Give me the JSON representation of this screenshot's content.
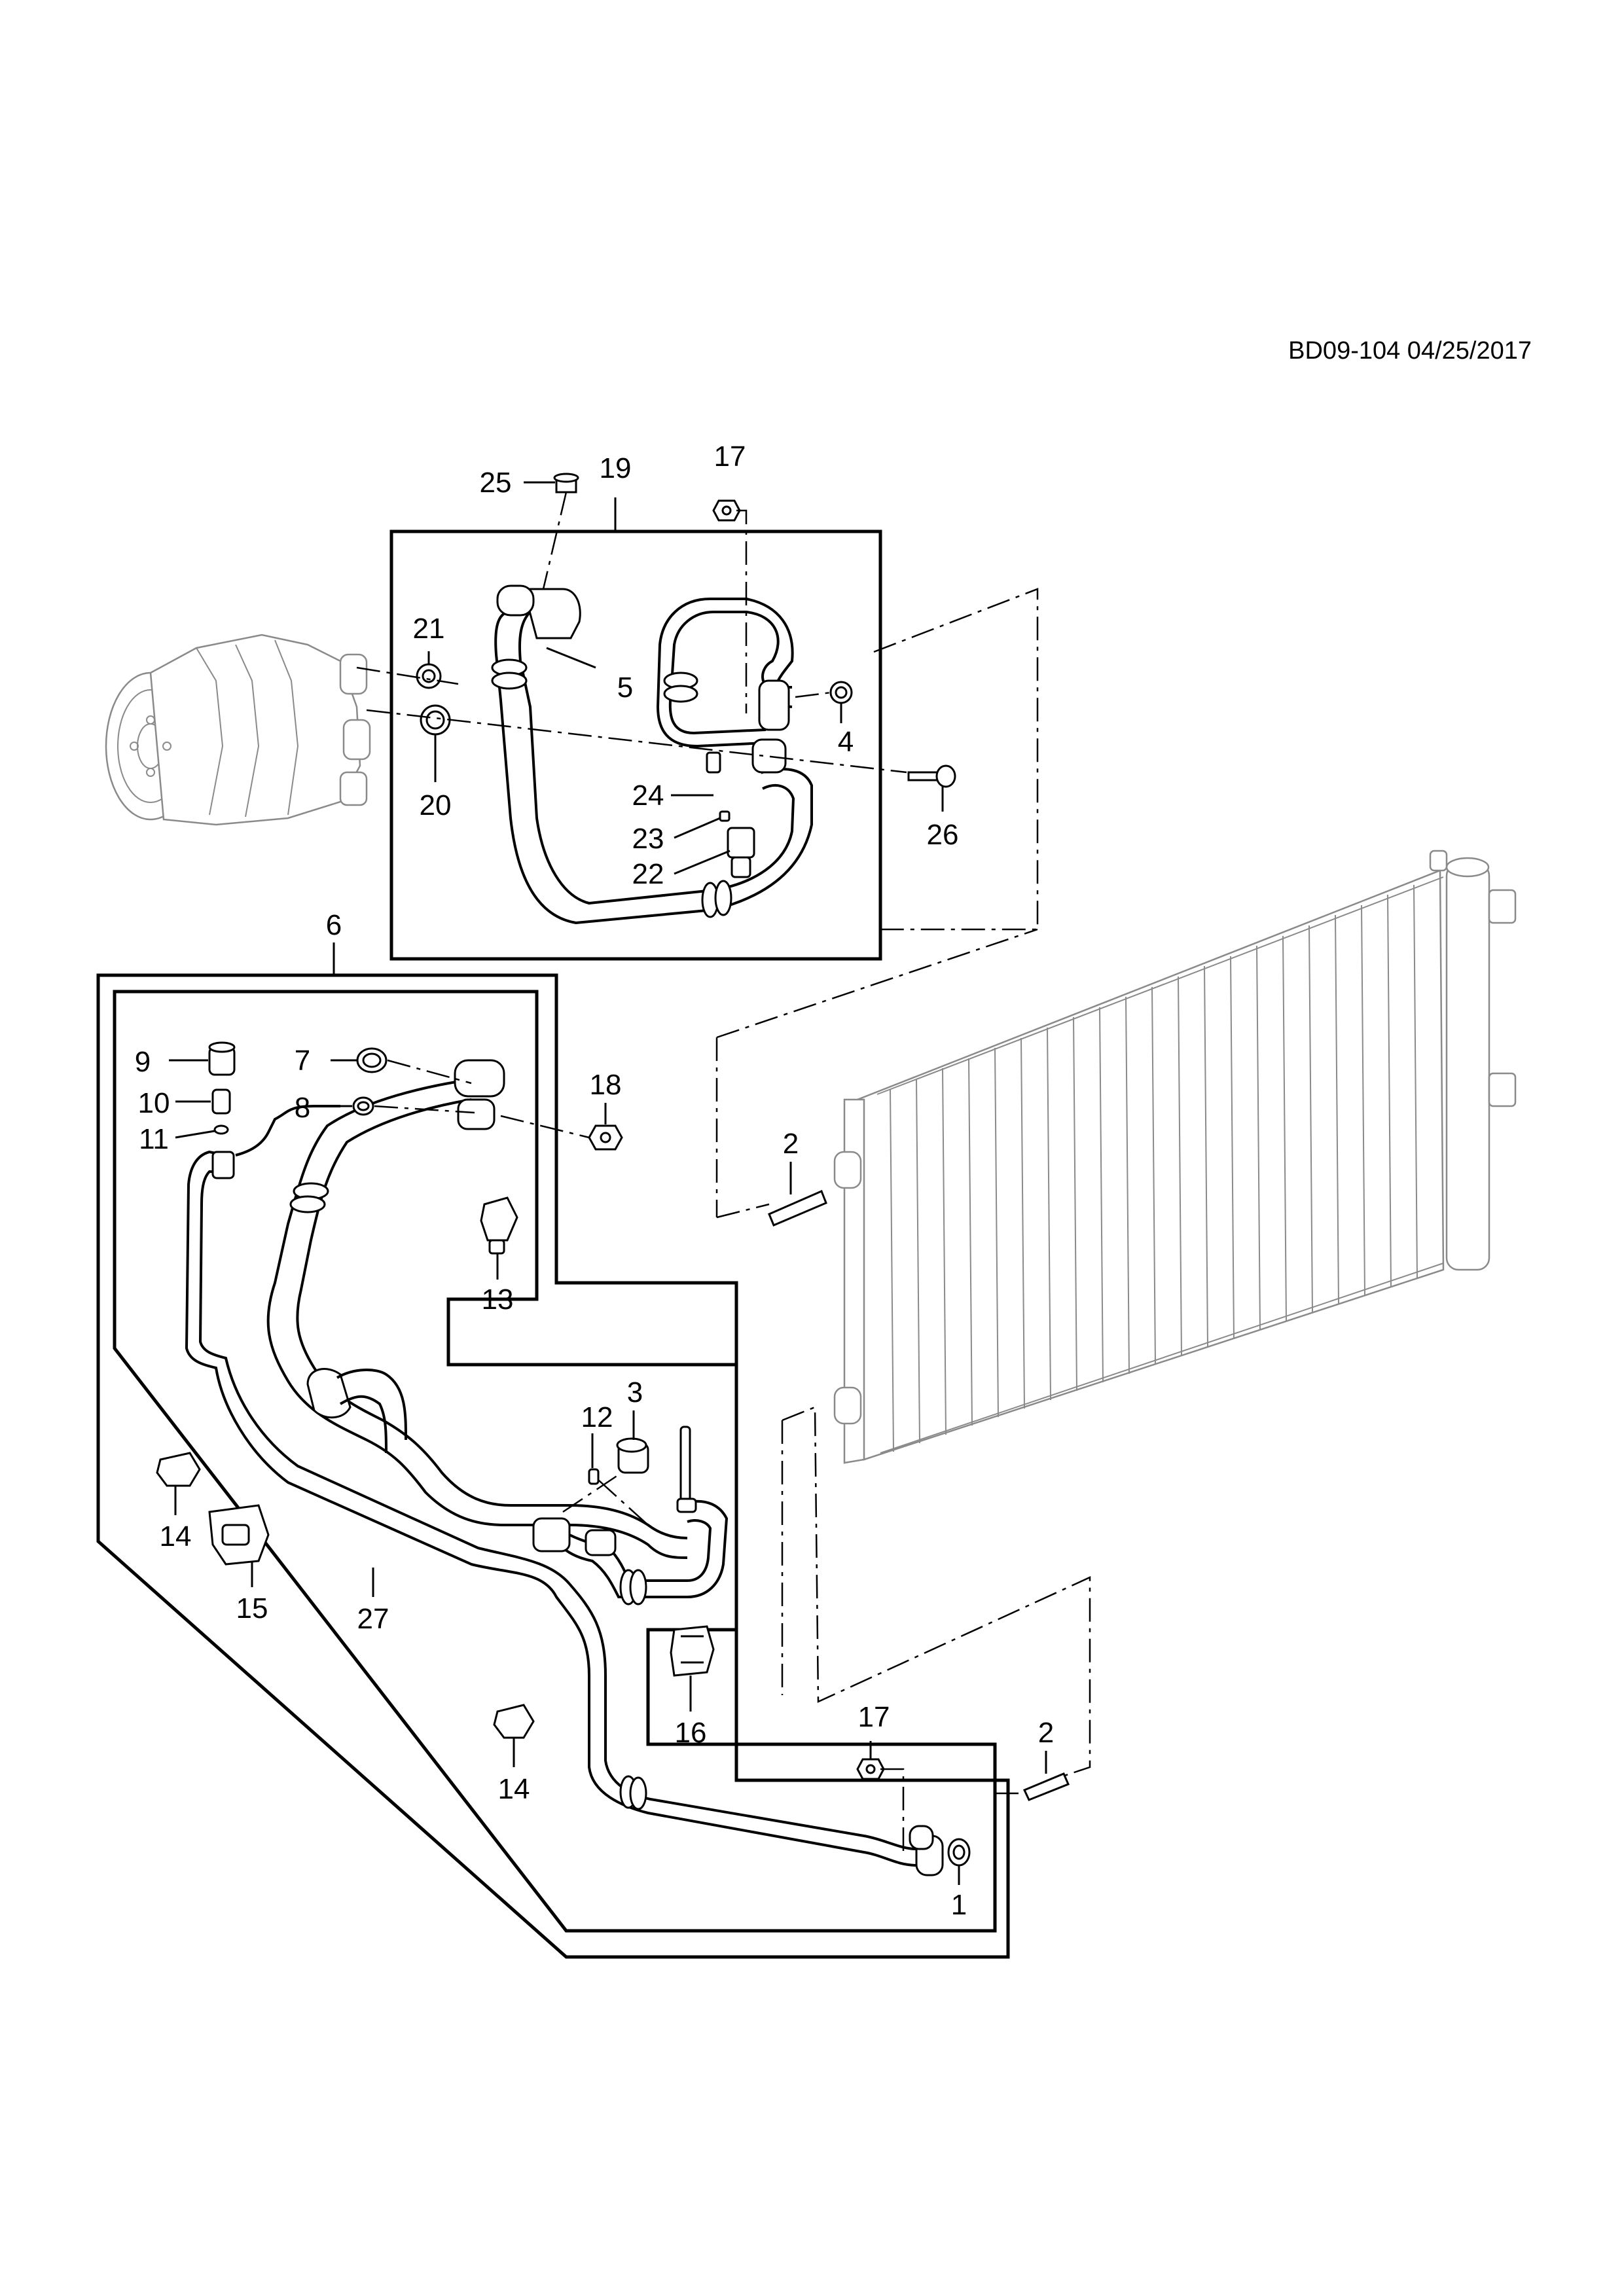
{
  "diagram": {
    "reference": "BD09-104 04/25/2017",
    "callouts": [
      {
        "id": "c1",
        "text": "1"
      },
      {
        "id": "c2a",
        "text": "2"
      },
      {
        "id": "c2b",
        "text": "2"
      },
      {
        "id": "c3",
        "text": "3"
      },
      {
        "id": "c4",
        "text": "4"
      },
      {
        "id": "c5",
        "text": "5"
      },
      {
        "id": "c6",
        "text": "6"
      },
      {
        "id": "c7",
        "text": "7"
      },
      {
        "id": "c8",
        "text": "8"
      },
      {
        "id": "c9",
        "text": "9"
      },
      {
        "id": "c10",
        "text": "10"
      },
      {
        "id": "c11",
        "text": "11"
      },
      {
        "id": "c12",
        "text": "12"
      },
      {
        "id": "c13",
        "text": "13"
      },
      {
        "id": "c14a",
        "text": "14"
      },
      {
        "id": "c14b",
        "text": "14"
      },
      {
        "id": "c15",
        "text": "15"
      },
      {
        "id": "c16",
        "text": "16"
      },
      {
        "id": "c17a",
        "text": "17"
      },
      {
        "id": "c17b",
        "text": "17"
      },
      {
        "id": "c18",
        "text": "18"
      },
      {
        "id": "c19",
        "text": "19"
      },
      {
        "id": "c20",
        "text": "20"
      },
      {
        "id": "c21",
        "text": "21"
      },
      {
        "id": "c22",
        "text": "22"
      },
      {
        "id": "c23",
        "text": "23"
      },
      {
        "id": "c24",
        "text": "24"
      },
      {
        "id": "c25",
        "text": "25"
      },
      {
        "id": "c26",
        "text": "26"
      },
      {
        "id": "c27",
        "text": "27"
      }
    ]
  }
}
